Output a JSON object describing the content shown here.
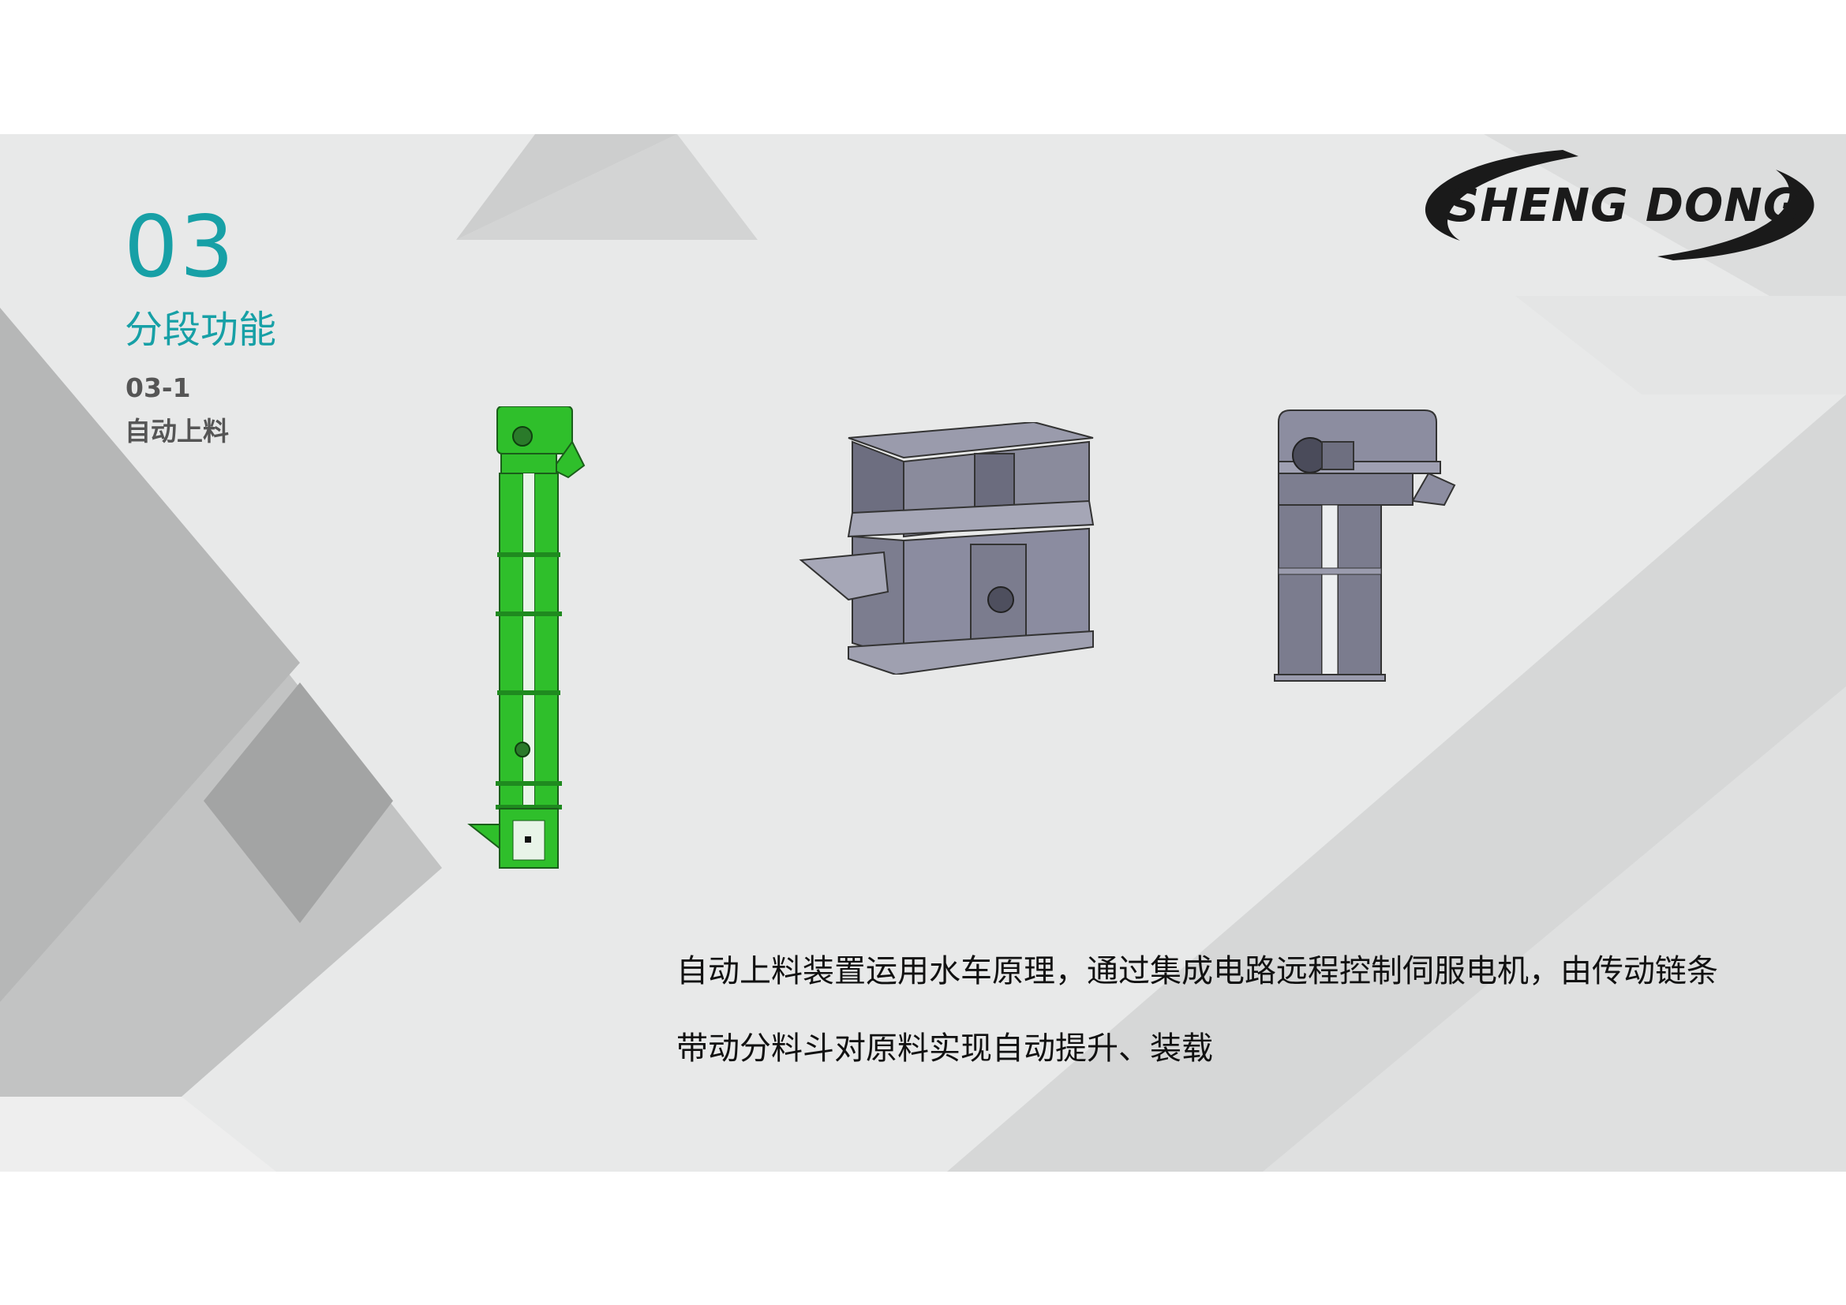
{
  "section": {
    "number": "03",
    "title": "分段功能",
    "sub_number": "03-1",
    "sub_title": "自动上料"
  },
  "logo": {
    "text": "SHENG DONG"
  },
  "description": {
    "line1": "自动上料装置运用水车原理，通过集成电路远程控制伺服电机，由传动链条",
    "line2": "带动分料斗对原料实现自动提升、装载"
  },
  "colors": {
    "accent": "#17a0a6",
    "elevator_green": "#2fbf2b",
    "machine_grey": "#7f8090",
    "background": "#e8e9e9"
  },
  "icons": {
    "elevator_green": "bucket-elevator-green-drawing",
    "hopper": "hopper-feed-box-drawing",
    "elevator_head": "elevator-head-unit-drawing"
  }
}
